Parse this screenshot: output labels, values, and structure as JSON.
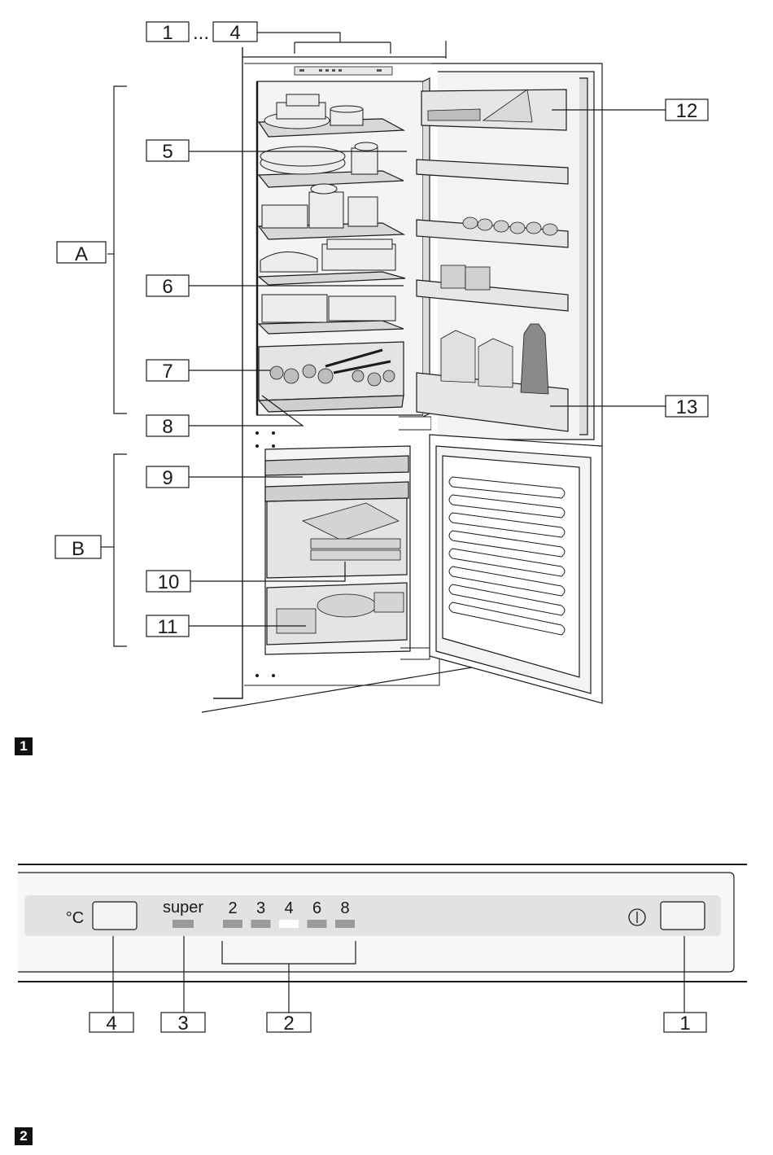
{
  "figure1": {
    "top_callout": {
      "first": "1",
      "ellipsis": "...",
      "last": "4"
    },
    "sections": {
      "a": "A",
      "b": "B"
    },
    "callouts": [
      "5",
      "6",
      "7",
      "8",
      "9",
      "10",
      "11",
      "12",
      "13"
    ],
    "figure_number": "1"
  },
  "figure2": {
    "panel": {
      "temp_symbol": "°C",
      "super_label": "super",
      "levels": [
        "2",
        "3",
        "4",
        "6",
        "8"
      ],
      "active_level": "4"
    },
    "callouts": [
      "4",
      "3",
      "2",
      "1"
    ],
    "figure_number": "2"
  },
  "colors": {
    "line": "#1a1a1a",
    "panel": "#e2e2e2",
    "led": "#9a9a9a",
    "led_active": "#ffffff"
  }
}
